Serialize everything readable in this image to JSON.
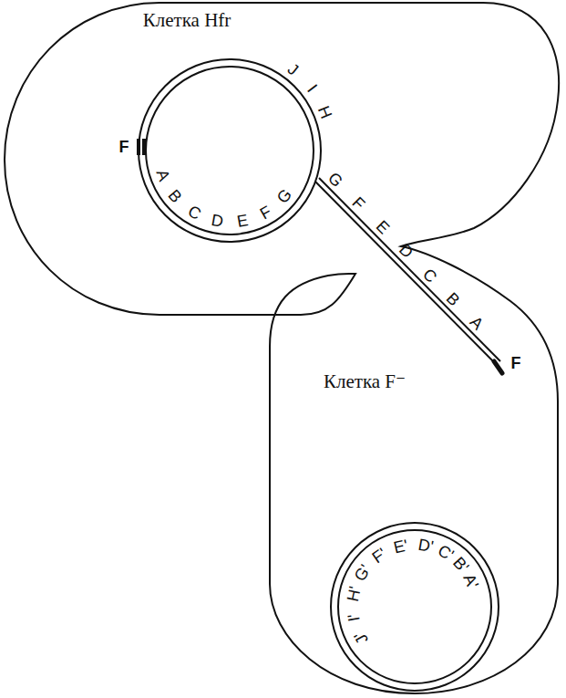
{
  "diagram": {
    "nodes": [
      {
        "text": [
          "Клетка Hfr"
        ]
      },
      {
        "text": [
          "Клетка F⁻"
        ]
      }
    ],
    "labels": [
      "F",
      "A",
      "B",
      "C",
      "D",
      "E",
      "F",
      "G",
      "J",
      "I",
      "H",
      "G",
      "F",
      "E",
      "D",
      "C",
      "B",
      "A",
      "F",
      "J'",
      "I'",
      "H'",
      "G'",
      "F'",
      "E'",
      "D'",
      "C'",
      "B'",
      "A'"
    ]
  }
}
